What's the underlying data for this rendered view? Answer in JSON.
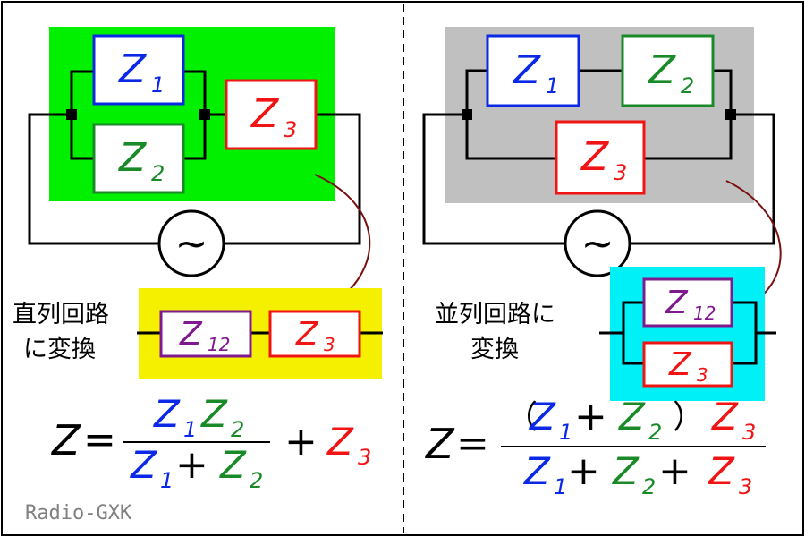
{
  "colors": {
    "blue": "#0a28e6",
    "green": "#1a8a28",
    "red": "#f01414",
    "purple": "#801890",
    "bg_green": "#00f000",
    "bg_gray": "#c0c0c0",
    "bg_yellow": "#f5f000",
    "bg_cyan": "#00f0f8"
  },
  "left": {
    "z1": {
      "base": "Z",
      "sub": "1"
    },
    "z2": {
      "base": "Z",
      "sub": "2"
    },
    "z3": {
      "base": "Z",
      "sub": "3"
    },
    "label_line1": "直列回路",
    "label_line2": "に変換",
    "eq_z12": {
      "base": "Z",
      "sub": "12"
    },
    "eq_z3": {
      "base": "Z",
      "sub": "3"
    },
    "formula": {
      "lhs": "Z",
      "eq": "=",
      "num": [
        "Z",
        "1",
        "Z",
        "2"
      ],
      "den": [
        "Z",
        "1",
        "+",
        "Z",
        "2"
      ],
      "plus": "+",
      "tail": [
        "Z",
        "3"
      ]
    }
  },
  "right": {
    "z1": {
      "base": "Z",
      "sub": "1"
    },
    "z2": {
      "base": "Z",
      "sub": "2"
    },
    "z3": {
      "base": "Z",
      "sub": "3"
    },
    "label_line1": "並列回路に",
    "label_line2": "変換",
    "eq_z12": {
      "base": "Z",
      "sub": "12"
    },
    "eq_z3": {
      "base": "Z",
      "sub": "3"
    },
    "formula": {
      "lhs": "Z",
      "eq": "=",
      "num": [
        "（",
        "Z",
        "1",
        "+",
        "Z",
        "2",
        "）",
        "Z",
        "3"
      ],
      "den": [
        "Z",
        "1",
        "+",
        "Z",
        "2",
        "+",
        "Z",
        "3"
      ]
    }
  },
  "source_symbol": "~",
  "watermark": "Radio-GXK"
}
